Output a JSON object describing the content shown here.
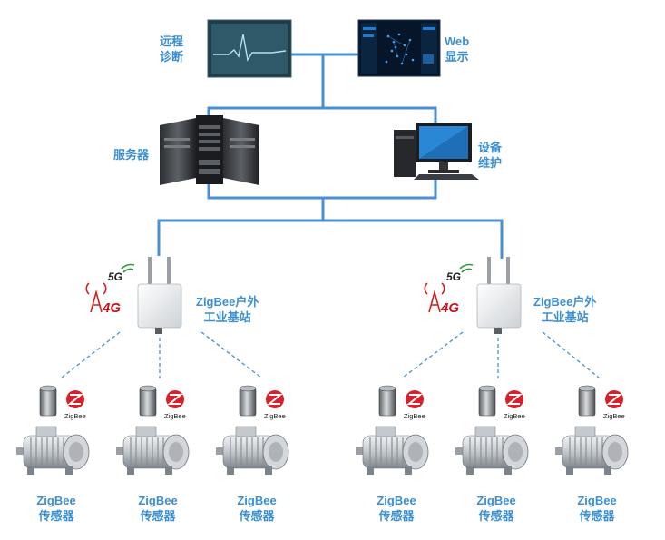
{
  "colors": {
    "link": "#4a8fd1",
    "label": "#3c8fd0"
  },
  "remote": {
    "label_line1": "远程",
    "label_line2": "诊断"
  },
  "web": {
    "label_line1": "Web",
    "label_line2": "显示"
  },
  "server": {
    "label": "服务器"
  },
  "maintenance": {
    "label_line1": "设备",
    "label_line2": "维护"
  },
  "base_stations": [
    {
      "label_line1": "ZigBee户外",
      "label_line2": "工业基站",
      "badge_5g": "5G",
      "badge_4g": "4G"
    },
    {
      "label_line1": "ZigBee户外",
      "label_line2": "工业基站",
      "badge_5g": "5G",
      "badge_4g": "4G"
    }
  ],
  "sensors": [
    {
      "line1": "ZigBee",
      "line2": "传感器",
      "logo": "ZigBee"
    },
    {
      "line1": "ZigBee",
      "line2": "传感器",
      "logo": "ZigBee"
    },
    {
      "line1": "ZigBee",
      "line2": "传感器",
      "logo": "ZigBee"
    },
    {
      "line1": "ZigBee",
      "line2": "传感器",
      "logo": "ZigBee"
    },
    {
      "line1": "ZigBee",
      "line2": "传感器",
      "logo": "ZigBee"
    },
    {
      "line1": "ZigBee",
      "line2": "传感器",
      "logo": "ZigBee"
    }
  ]
}
